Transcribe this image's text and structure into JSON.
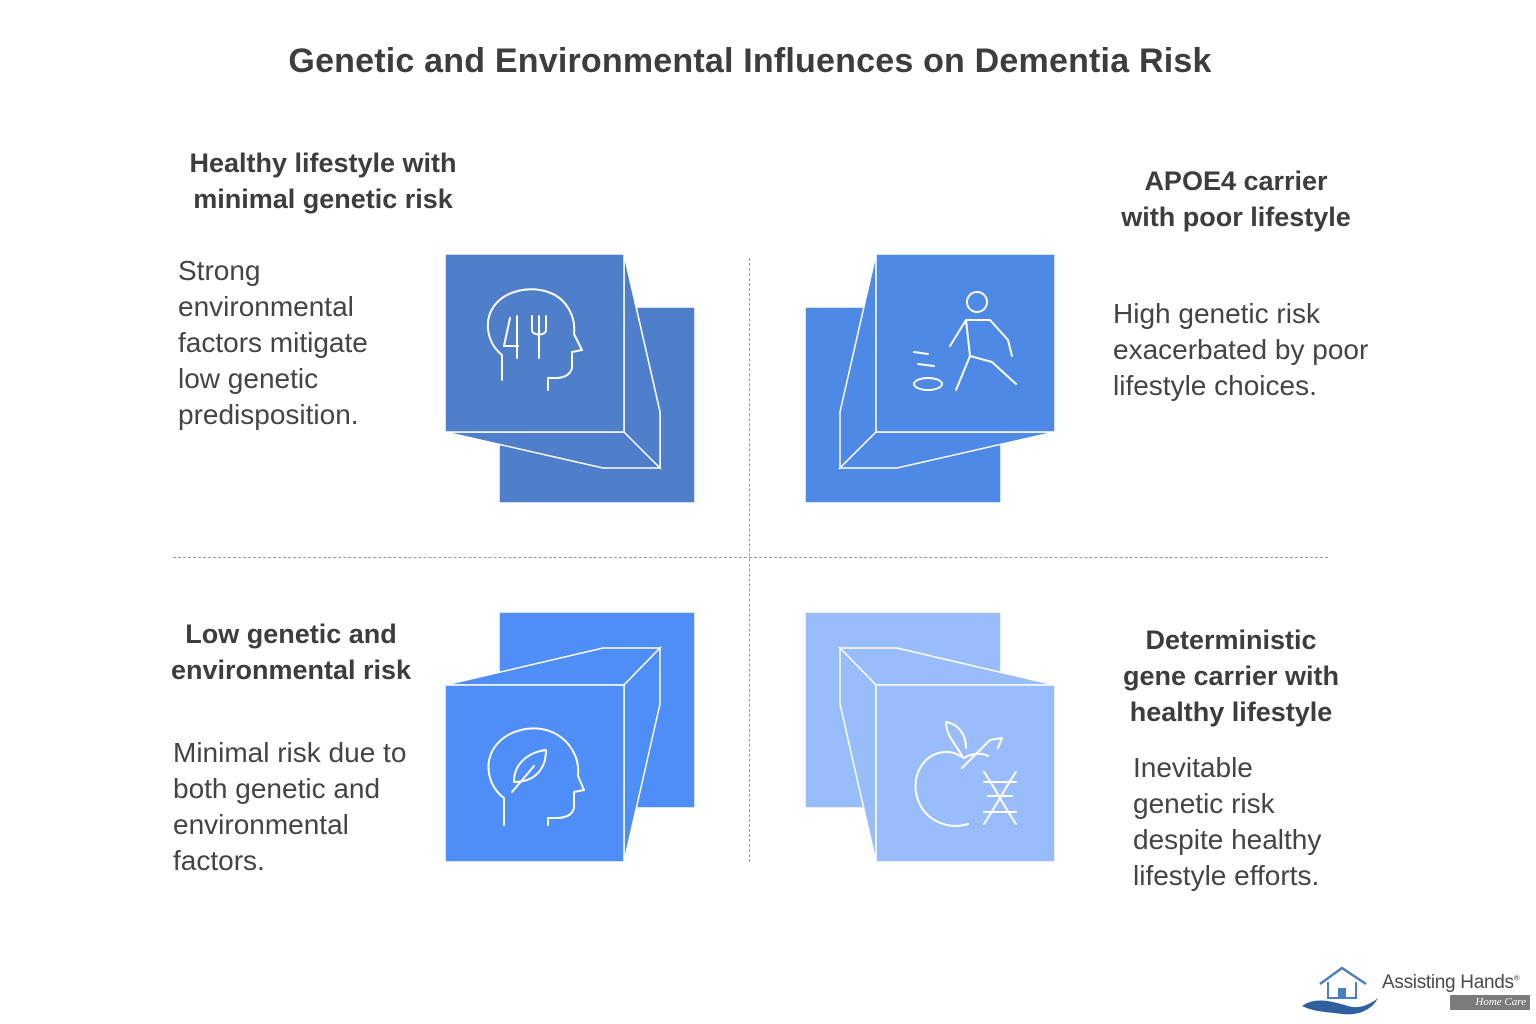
{
  "title": "Genetic and Environmental Influences on Dementia Risk",
  "quadrants": {
    "top_left": {
      "title": [
        "Healthy lifestyle with",
        "minimal genetic risk"
      ],
      "description": [
        "Strong",
        "environmental",
        "factors mitigate",
        "low genetic",
        "predisposition."
      ],
      "icon": "head-fork-knife-icon",
      "color": "#4f7fcb"
    },
    "top_right": {
      "title": [
        "APOE4 carrier",
        "with poor lifestyle"
      ],
      "description": [
        "High genetic risk",
        "exacerbated by poor",
        "lifestyle choices."
      ],
      "icon": "walking-person-icon",
      "color": "#4f89e6"
    },
    "bottom_left": {
      "title": [
        "Low genetic and",
        "environmental risk"
      ],
      "description": [
        "Minimal risk due to",
        "both genetic and",
        "environmental",
        "factors."
      ],
      "icon": "head-leaf-icon",
      "color": "#4f8ef7"
    },
    "bottom_right": {
      "title": [
        "Deterministic",
        "gene carrier with",
        "healthy lifestyle"
      ],
      "description": [
        "Inevitable",
        "genetic risk",
        "despite healthy",
        "lifestyle efforts."
      ],
      "icon": "apple-dna-icon",
      "color": "#99bdfb"
    }
  },
  "logo": {
    "name": "Assisting Hands",
    "registered": "®",
    "subtitle": "Home Care"
  }
}
